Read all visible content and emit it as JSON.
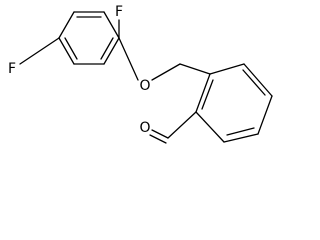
{
  "molecule": {
    "atoms": {
      "fluorine_top": "F",
      "fluorine_left": "F",
      "ether_oxygen": "O",
      "aldehyde_oxygen": "O"
    },
    "colors": {
      "bond": "#000000",
      "label": "#000000",
      "background": "#ffffff"
    }
  }
}
